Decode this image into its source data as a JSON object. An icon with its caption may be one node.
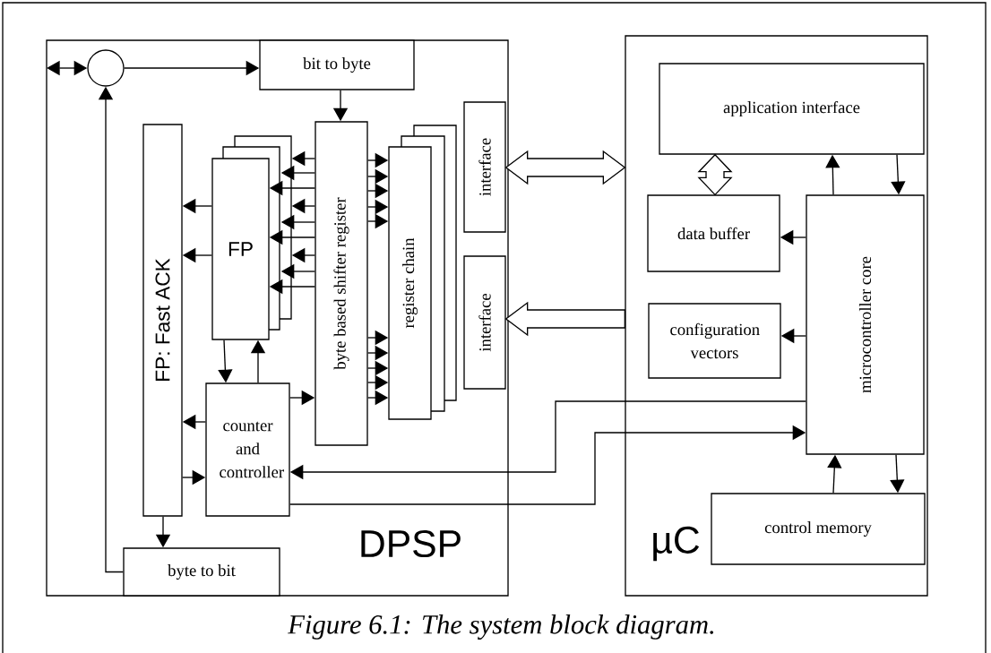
{
  "diagram": {
    "caption": "Figure 6.1: The system block diagram.",
    "nodes": [
      {
        "text": [
          "DPSP"
        ]
      },
      {
        "text": [],
        "shape": "circle",
        "in": 0
      },
      {
        "text": [
          "bit to byte"
        ],
        "in": 0
      },
      {
        "text": [
          "FP: Fast ACK"
        ],
        "in": 0
      },
      {
        "text": [
          "FP"
        ],
        "in": 0
      },
      {
        "text": [
          "byte based shifter register"
        ],
        "in": 0
      },
      {
        "text": [
          "register chain"
        ],
        "in": 0
      },
      {
        "text": [
          "interface"
        ],
        "in": 0
      },
      {
        "text": [
          "interface"
        ],
        "in": 0
      },
      {
        "text": [
          "counter and controller"
        ],
        "in": 0
      },
      {
        "text": [
          "byte to bit"
        ],
        "in": 0
      },
      {
        "text": [
          "µC"
        ]
      },
      {
        "text": [
          "application interface"
        ],
        "in": 11
      },
      {
        "text": [
          "data buffer"
        ],
        "in": 11
      },
      {
        "text": [
          "configuration vectors"
        ],
        "in": 11
      },
      {
        "text": [
          "microcontroller core"
        ],
        "in": 11
      },
      {
        "text": [
          "control memory"
        ],
        "in": 11
      }
    ],
    "edges": [
      {
        "from": null,
        "to": 1,
        "arrow": "both"
      },
      {
        "from": 1,
        "to": 2,
        "arrow": "to"
      },
      {
        "from": 2,
        "to": 5,
        "arrow": "to"
      },
      {
        "from": 5,
        "to": 4,
        "arrow": "to"
      },
      {
        "from": 5,
        "to": 4,
        "arrow": "to"
      },
      {
        "from": 5,
        "to": 4,
        "arrow": "to"
      },
      {
        "from": 5,
        "to": 4,
        "arrow": "to"
      },
      {
        "from": 5,
        "to": 4,
        "arrow": "to"
      },
      {
        "from": 5,
        "to": 4,
        "arrow": "to"
      },
      {
        "from": 5,
        "to": 4,
        "arrow": "to"
      },
      {
        "from": 5,
        "to": 4,
        "arrow": "to"
      },
      {
        "from": 5,
        "to": 4,
        "arrow": "to"
      },
      {
        "from": 4,
        "to": 3,
        "arrow": "to"
      },
      {
        "from": 4,
        "to": 3,
        "arrow": "to"
      },
      {
        "from": 5,
        "to": 6,
        "arrow": "to"
      },
      {
        "from": 5,
        "to": 6,
        "arrow": "to"
      },
      {
        "from": 5,
        "to": 6,
        "arrow": "to"
      },
      {
        "from": 5,
        "to": 6,
        "arrow": "to"
      },
      {
        "from": 5,
        "to": 6,
        "arrow": "to"
      },
      {
        "from": 5,
        "to": 6,
        "arrow": "to"
      },
      {
        "from": 5,
        "to": 6,
        "arrow": "to"
      },
      {
        "from": 5,
        "to": 6,
        "arrow": "to"
      },
      {
        "from": 5,
        "to": 6,
        "arrow": "to"
      },
      {
        "from": 5,
        "to": 6,
        "arrow": "to"
      },
      {
        "from": 4,
        "to": 9,
        "arrow": "to"
      },
      {
        "from": 9,
        "to": 4,
        "arrow": "to"
      },
      {
        "from": 9,
        "to": 5,
        "arrow": "to"
      },
      {
        "from": 9,
        "to": 3,
        "arrow": "to"
      },
      {
        "from": 3,
        "to": 9,
        "arrow": "to"
      },
      {
        "from": 3,
        "to": 10,
        "arrow": "to"
      },
      {
        "from": 10,
        "to": 1,
        "arrow": "to"
      },
      {
        "from": 7,
        "to": 11,
        "arrow": "both",
        "style": "thick"
      },
      {
        "from": 11,
        "to": 8,
        "arrow": "to",
        "style": "thick"
      },
      {
        "from": 12,
        "to": 13,
        "arrow": "both",
        "style": "thick"
      },
      {
        "from": 15,
        "to": 12,
        "arrow": "to"
      },
      {
        "from": 12,
        "to": 15,
        "arrow": "to"
      },
      {
        "from": 15,
        "to": 13,
        "arrow": "to"
      },
      {
        "from": 15,
        "to": 14,
        "arrow": "to"
      },
      {
        "from": 15,
        "to": 9,
        "arrow": "to"
      },
      {
        "from": 9,
        "to": 15,
        "arrow": "to"
      },
      {
        "from": 16,
        "to": 15,
        "arrow": "to"
      },
      {
        "from": 15,
        "to": 16,
        "arrow": "to"
      }
    ]
  }
}
